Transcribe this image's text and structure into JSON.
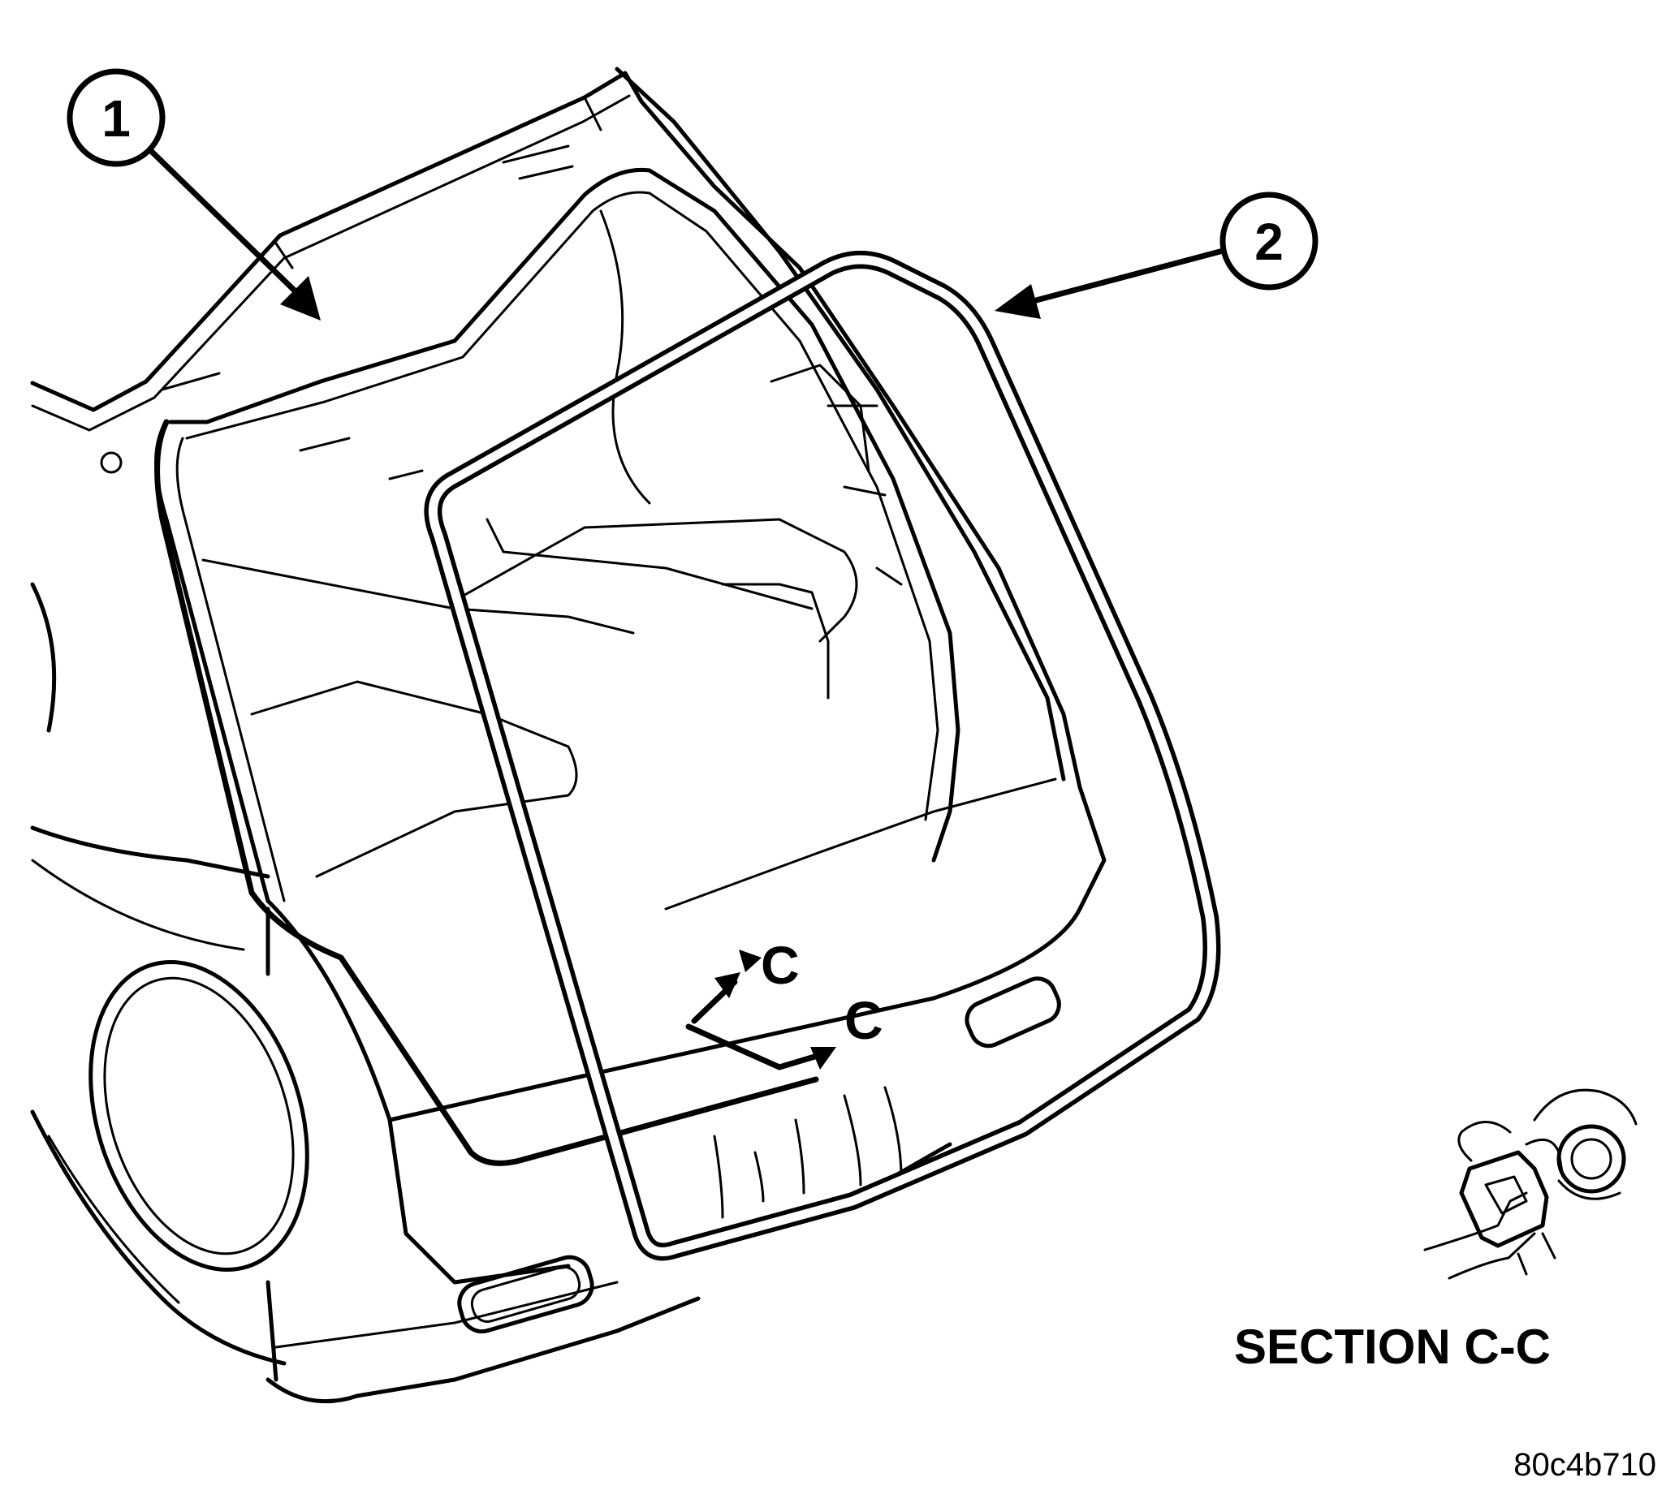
{
  "callouts": [
    {
      "number": "1"
    },
    {
      "number": "2"
    }
  ],
  "section_marks": [
    "C",
    "C"
  ],
  "section_caption": "SECTION C-C",
  "figure_id": "80c4b710"
}
